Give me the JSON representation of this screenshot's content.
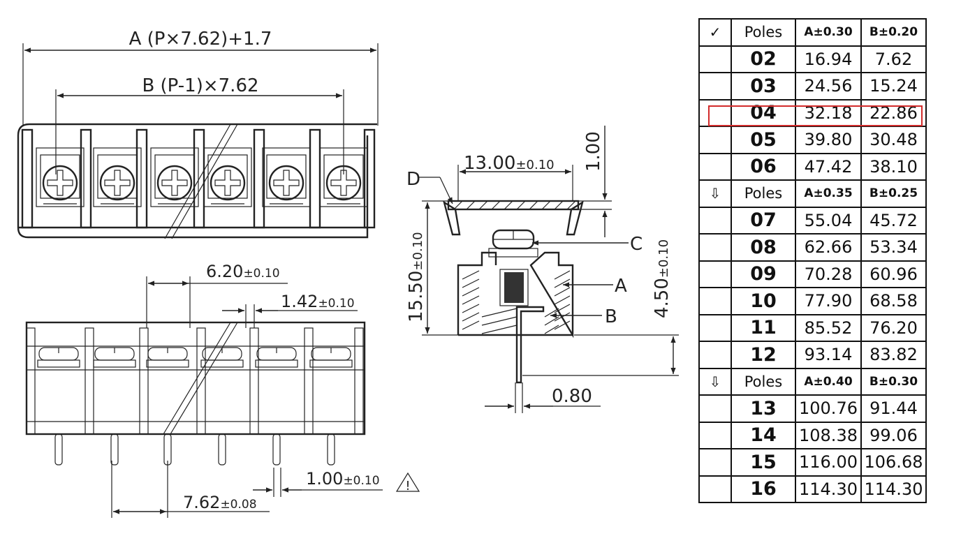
{
  "top_view": {
    "dim_a_label": "A (P×7.62)+1.7",
    "dim_b_label": "B (P-1)×7.62"
  },
  "front_view": {
    "pitch_label": "7.62",
    "pitch_tol": "±0.08",
    "wall_label": "6.20",
    "wall_tol": "±0.10",
    "thickness_label": "1.42",
    "thickness_tol": "±0.10",
    "pin_label": "1.00",
    "pin_tol": "±0.10",
    "warning_mark": "!"
  },
  "side_view": {
    "width_label": "13.00",
    "width_tol": "±0.10",
    "cover_label": "1.00",
    "height_label": "15.50",
    "height_tol": "±0.10",
    "pin_len_label": "4.50",
    "pin_len_tol": "±0.10",
    "pin_width_label": "0.80",
    "callouts": [
      "D",
      "C",
      "A",
      "B"
    ]
  },
  "table": {
    "highlight_color": "#d22b2b",
    "groups": [
      {
        "header": {
          "mark": "✓",
          "poles": "Poles",
          "a": "A±0.30",
          "b": "B±0.20"
        },
        "rows": [
          {
            "poles": "02",
            "a": "16.94",
            "b": "7.62"
          },
          {
            "poles": "03",
            "a": "24.56",
            "b": "15.24"
          },
          {
            "poles": "04",
            "a": "32.18",
            "b": "22.86"
          },
          {
            "poles": "05",
            "a": "39.80",
            "b": "30.48"
          },
          {
            "poles": "06",
            "a": "47.42",
            "b": "38.10"
          }
        ]
      },
      {
        "header": {
          "mark": "⇩",
          "poles": "Poles",
          "a": "A±0.35",
          "b": "B±0.25"
        },
        "rows": [
          {
            "poles": "07",
            "a": "55.04",
            "b": "45.72"
          },
          {
            "poles": "08",
            "a": "62.66",
            "b": "53.34"
          },
          {
            "poles": "09",
            "a": "70.28",
            "b": "60.96"
          },
          {
            "poles": "10",
            "a": "77.90",
            "b": "68.58"
          },
          {
            "poles": "11",
            "a": "85.52",
            "b": "76.20"
          },
          {
            "poles": "12",
            "a": "93.14",
            "b": "83.82"
          }
        ]
      },
      {
        "header": {
          "mark": "⇩",
          "poles": "Poles",
          "a": "A±0.40",
          "b": "B±0.30"
        },
        "rows": [
          {
            "poles": "13",
            "a": "100.76",
            "b": "91.44"
          },
          {
            "poles": "14",
            "a": "108.38",
            "b": "99.06"
          },
          {
            "poles": "15",
            "a": "116.00",
            "b": "106.68"
          },
          {
            "poles": "16",
            "a": "114.30",
            "b": "114.30"
          }
        ]
      }
    ]
  }
}
